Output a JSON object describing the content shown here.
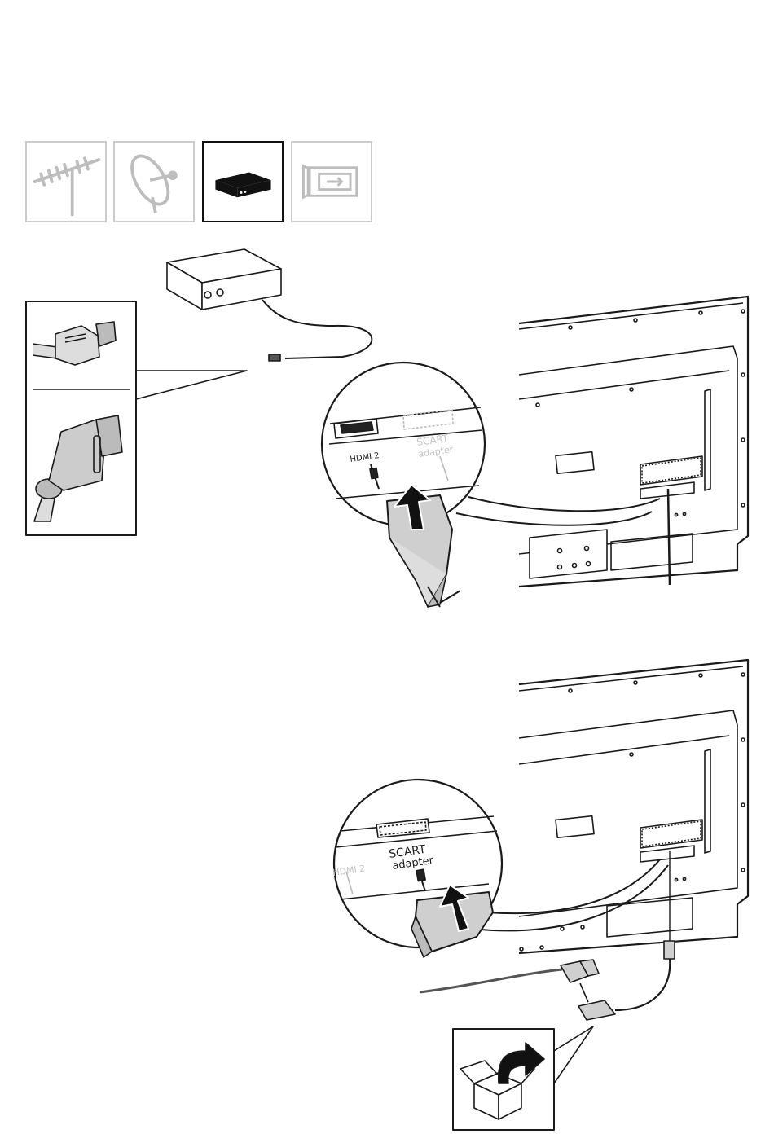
{
  "source_tabs": [
    {
      "name": "antenna",
      "icon": "antenna-icon",
      "selected": false
    },
    {
      "name": "satellite",
      "icon": "satellite-dish-icon",
      "selected": false
    },
    {
      "name": "set-top-box",
      "icon": "set-top-box-icon",
      "selected": true
    },
    {
      "name": "cam-module",
      "icon": "ci-module-icon",
      "selected": false
    }
  ],
  "step1": {
    "port_primary": "HDMI 2",
    "port_secondary": "SCART",
    "port_secondary_sub": "adapter"
  },
  "step2": {
    "port_faded": "HDMI 2",
    "port_primary": "SCART",
    "port_primary_sub": "adapter"
  },
  "colors": {
    "line": "#1a1a1a",
    "faded": "#bbbbbb",
    "fill_gray": "#cfcfcf",
    "dark": "#111111"
  }
}
